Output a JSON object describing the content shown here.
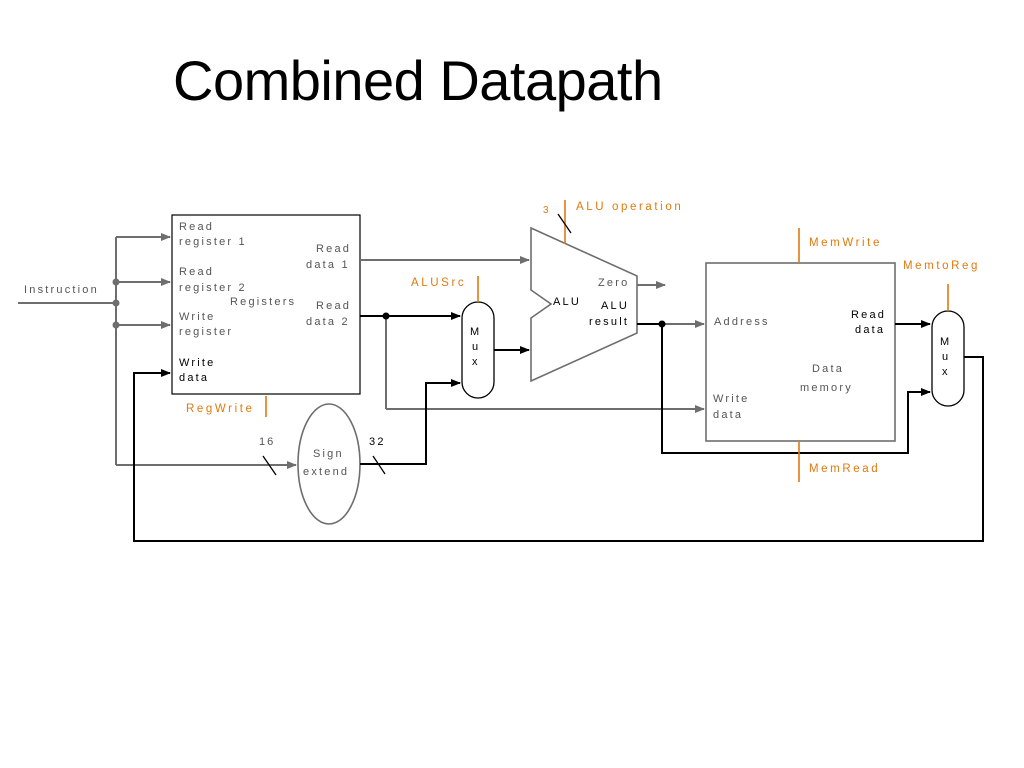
{
  "title": "Combined Datapath",
  "colors": {
    "control": "#e07a10",
    "gray_wire": "#6e6e6e",
    "black_wire": "#000000",
    "box_border": "#5a5a5a"
  },
  "inputs": {
    "instruction": "Instruction"
  },
  "registers": {
    "read_register_1": [
      "Read",
      "register 1"
    ],
    "read_register_2": [
      "Read",
      "register 2"
    ],
    "write_register": [
      "Write",
      "register"
    ],
    "write_data": [
      "Write",
      "data"
    ],
    "name": "Registers",
    "read_data_1": [
      "Read",
      "data 1"
    ],
    "read_data_2": [
      "Read",
      "data 2"
    ]
  },
  "sign_extend": {
    "label": [
      "Sign",
      "extend"
    ],
    "in_width": "16",
    "out_width": "32"
  },
  "mux": {
    "letters": [
      "M",
      "u",
      "x"
    ]
  },
  "alu": {
    "label": "ALU",
    "zero": "Zero",
    "result": [
      "ALU",
      "result"
    ],
    "op_width": "3"
  },
  "data_memory": {
    "address": "Address",
    "write_data": [
      "Write",
      "data"
    ],
    "name": [
      "Data",
      "memory"
    ],
    "read_data": [
      "Read",
      "data"
    ]
  },
  "control_signals": {
    "alu_operation": "ALU operation",
    "alu_src": "ALUSrc",
    "reg_write": "RegWrite",
    "mem_write": "MemWrite",
    "mem_read": "MemRead",
    "mem_to_reg": "MemtoReg"
  }
}
